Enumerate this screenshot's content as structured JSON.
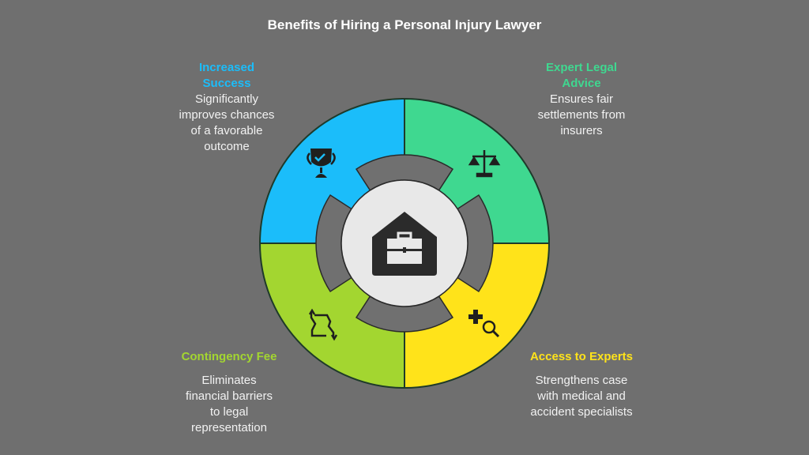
{
  "title": "Benefits of Hiring a Personal Injury Lawyer",
  "colors": {
    "background": "#6f6f6f",
    "increased": "#1bbdfa",
    "expert": "#3fd890",
    "contingency": "#a3d630",
    "access": "#ffe31a",
    "center": "#e8e8e8",
    "ring": "#707070"
  },
  "items": [
    {
      "heading": "Increased Success",
      "description": "Significantly improves chances of a favorable outcome",
      "icon": "trophy-check-icon"
    },
    {
      "heading": "Expert Legal Advice",
      "description": "Ensures fair settlements from insurers",
      "icon": "scales-icon"
    },
    {
      "heading": "Contingency Fee",
      "description": "Eliminates financial barriers to legal representation",
      "icon": "exchange-icon"
    },
    {
      "heading": "Access to Experts",
      "description": "Strengthens case with medical and accident specialists",
      "icon": "medical-search-icon"
    }
  ],
  "center_icon": "briefcase-house-icon"
}
